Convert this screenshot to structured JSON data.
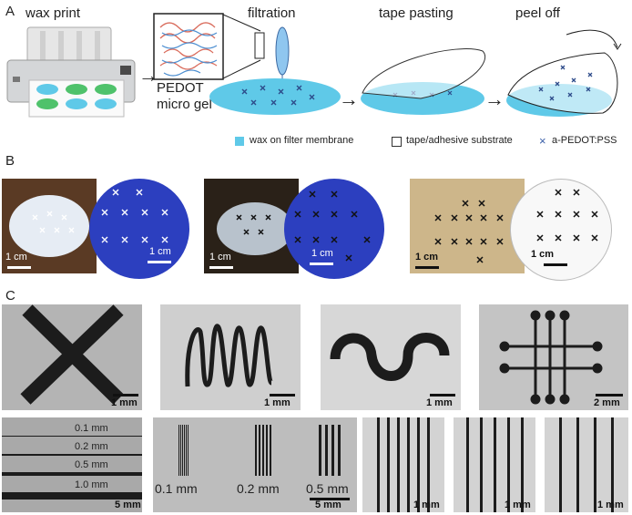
{
  "panel_a": {
    "letter": "A",
    "steps": [
      "wax print",
      "filtration",
      "tape pasting",
      "peel off"
    ],
    "gel_label": [
      "PEDOT",
      "micro gel"
    ],
    "legend": [
      {
        "text": "wax on filter membrane",
        "color": "#5fc9e8",
        "style": "fill"
      },
      {
        "text": "tape/adhesive substrate",
        "color": "#333333",
        "style": "outline"
      },
      {
        "text": "a-PEDOT:PSS",
        "color": "#3a5fa8",
        "style": "cross"
      }
    ]
  },
  "panel_b": {
    "letter": "B",
    "scale_labels": [
      "1 cm",
      "1 cm",
      "1 cm",
      "1 cm",
      "1 cm",
      "1 cm"
    ]
  },
  "panel_c": {
    "letter": "C",
    "top_scales": [
      "1 mm",
      "1 mm",
      "1 mm",
      "2 mm"
    ],
    "line_widths": [
      "0.1 mm",
      "0.2 mm",
      "0.5 mm",
      "1.0 mm"
    ],
    "bottom_left_scale": "5 mm",
    "grating_labels": [
      "0.1 mm",
      "0.2 mm",
      "0.5 mm"
    ],
    "grating_scale": "5 mm",
    "line_scales": [
      "1 mm",
      "1 mm",
      "1 mm"
    ]
  },
  "colors": {
    "wax_blue": "#5fc9e8",
    "blue_disk": "#2c3fbf",
    "pedot_dark": "#1c1c1c",
    "photo_gray": "#a9a9a9"
  }
}
